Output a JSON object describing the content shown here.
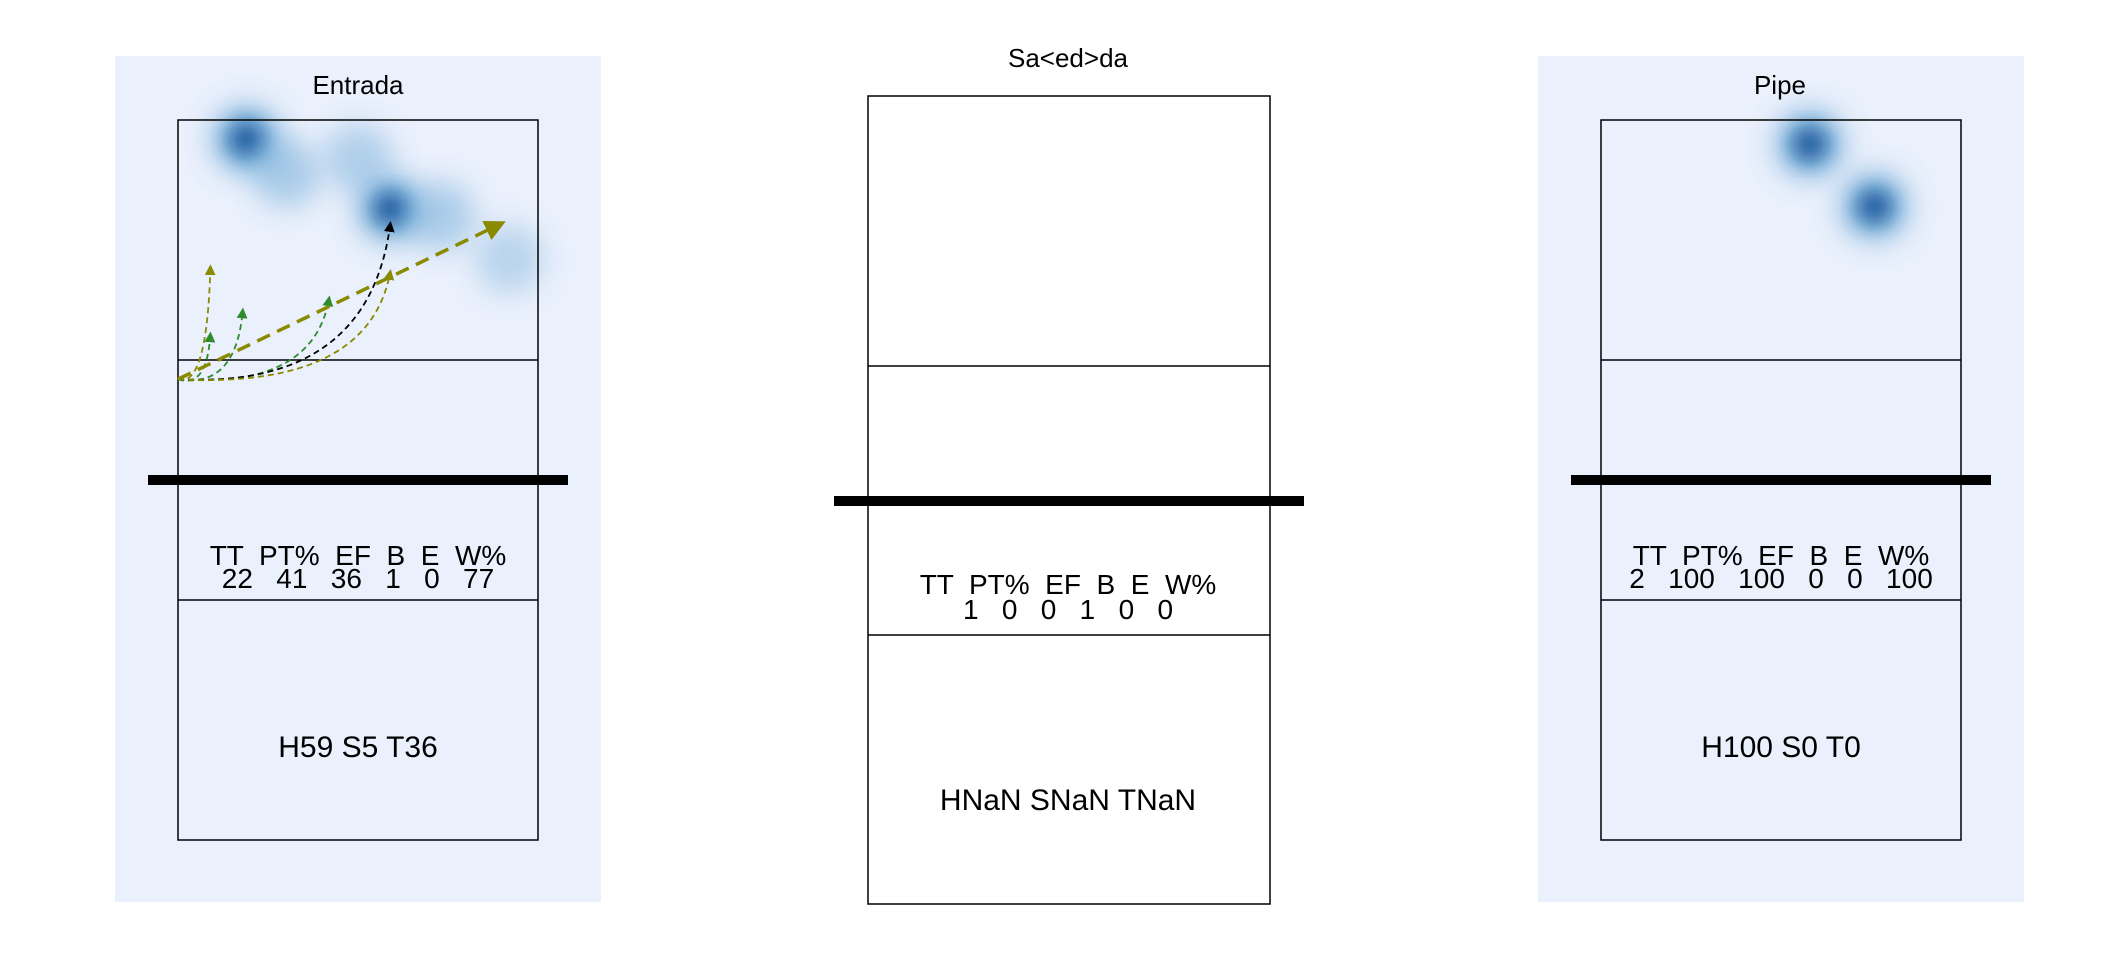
{
  "chart_data": [
    {
      "type": "volleyball-court-heatmap",
      "title": "Entrada",
      "shaded_background": true,
      "stats_header": "TT  PT%  EF  B  E  W%",
      "stats": {
        "TT": 22,
        "PT%": 41,
        "EF": 36,
        "B": 1,
        "E": 0,
        "W%": 77
      },
      "stats_values_text": "22   41   36   1   0   77",
      "summary": "H59 S5 T36",
      "hot_spots": [
        {
          "x": 0.19,
          "y": 0.08,
          "intensity": 1.0
        },
        {
          "x": 0.3,
          "y": 0.22,
          "intensity": 0.55
        },
        {
          "x": 0.5,
          "y": 0.16,
          "intensity": 0.45
        },
        {
          "x": 0.59,
          "y": 0.37,
          "intensity": 0.95
        },
        {
          "x": 0.73,
          "y": 0.4,
          "intensity": 0.5
        },
        {
          "x": 0.92,
          "y": 0.58,
          "intensity": 0.35
        }
      ],
      "trajectories": [
        {
          "x0": 0.0,
          "y0": 1.08,
          "x1": 0.09,
          "y1": 0.61,
          "color": "#8a8a00"
        },
        {
          "x0": 0.0,
          "y0": 1.08,
          "x1": 0.09,
          "y1": 0.89,
          "color": "#2e8b2e"
        },
        {
          "x0": 0.0,
          "y0": 1.08,
          "x1": 0.18,
          "y1": 0.79,
          "color": "#2e8b2e"
        },
        {
          "x0": 0.0,
          "y0": 1.08,
          "x1": 0.42,
          "y1": 0.74,
          "color": "#2e8b2e"
        },
        {
          "x0": 0.0,
          "y0": 1.08,
          "x1": 0.59,
          "y1": 0.43,
          "color": "#000000"
        },
        {
          "x0": 0.0,
          "y0": 1.08,
          "x1": 0.59,
          "y1": 0.63,
          "color": "#8a8a00"
        },
        {
          "x0": 0.0,
          "y0": 1.08,
          "x1": 0.9,
          "y1": 0.43,
          "color": "#8a8a00"
        }
      ]
    },
    {
      "type": "volleyball-court-heatmap",
      "title": "Sa<ed>da",
      "shaded_background": false,
      "stats_header": "TT  PT%  EF  B  E  W%",
      "stats": {
        "TT": 1,
        "PT%": 0,
        "EF": 0,
        "B": 1,
        "E": 0,
        "W%": 0
      },
      "stats_values_text": "1   0   0   1   0   0",
      "summary": "HNaN SNaN TNaN",
      "hot_spots": [],
      "trajectories": []
    },
    {
      "type": "volleyball-court-heatmap",
      "title": "Pipe",
      "shaded_background": true,
      "stats_header": "TT  PT%  EF  B  E  W%",
      "stats": {
        "TT": 2,
        "PT%": 100,
        "EF": 100,
        "B": 0,
        "E": 0,
        "W%": 100
      },
      "stats_values_text": "2   100   100   0   0   100",
      "summary": "H100 S0 T0",
      "hot_spots": [
        {
          "x": 0.58,
          "y": 0.1,
          "intensity": 1.0
        },
        {
          "x": 0.76,
          "y": 0.36,
          "intensity": 1.0
        }
      ],
      "trajectories": []
    }
  ]
}
